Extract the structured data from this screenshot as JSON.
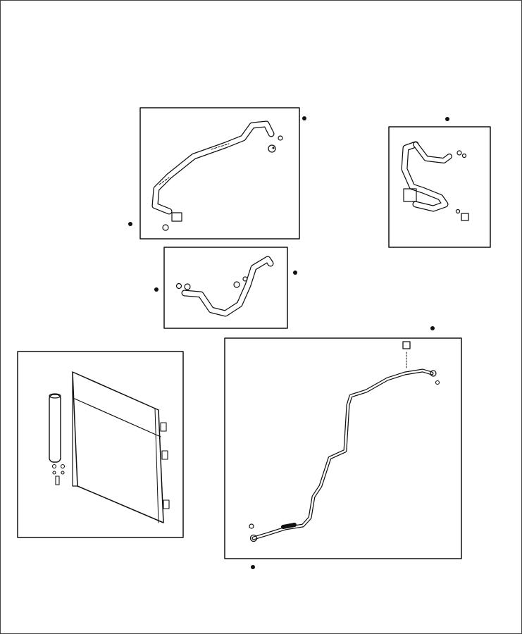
{
  "diagram": {
    "panels": [
      {
        "id": "suction-line-upper"
      },
      {
        "id": "suction-line-rear"
      },
      {
        "id": "discharge-line"
      },
      {
        "id": "condenser"
      },
      {
        "id": "liquid-line"
      }
    ],
    "callouts": [
      {
        "id": "callout-a"
      },
      {
        "id": "callout-b"
      },
      {
        "id": "callout-c"
      },
      {
        "id": "callout-d"
      },
      {
        "id": "callout-e"
      },
      {
        "id": "callout-f"
      },
      {
        "id": "callout-g"
      },
      {
        "id": "callout-h"
      }
    ]
  }
}
